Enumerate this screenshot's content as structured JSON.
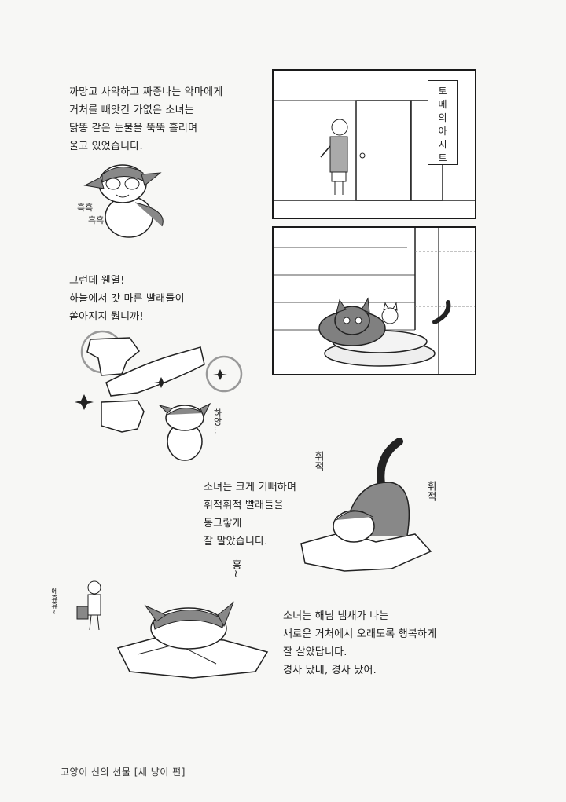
{
  "narration": {
    "block1": [
      "까망고 사악하고 짜증나는 악마에게",
      "거처를 빼앗긴 가엾은 소녀는",
      "닭똥 같은 눈물을 뚝뚝 흘리며",
      "울고 있었습니다."
    ],
    "block2": [
      "그런데 웬열!",
      "하늘에서 갓 마른 빨래들이",
      "쏟아지지 뭡니까!"
    ],
    "block3": [
      "소녀는 크게 기뻐하며",
      "휘적휘적 빨래들을",
      "동그랗게",
      "잘 말았습니다."
    ],
    "block4": [
      "소녀는 해님 냄새가 나는",
      "새로운 거처에서 오래도록 행복하게",
      "잘 살았답니다.",
      "경사 났네, 경사 났어."
    ]
  },
  "sign": [
    "토",
    "메",
    "의",
    "아",
    "지",
    "트"
  ],
  "sfx": {
    "crying": "흑흑",
    "crying2": "흑흑",
    "happy": "하앙...",
    "whisk": "휘적",
    "whisk2": "휘적",
    "hum": "흥~",
    "man": "에휴휴~"
  },
  "footer": "고양이 신의 선물 [세 냥이 편]"
}
